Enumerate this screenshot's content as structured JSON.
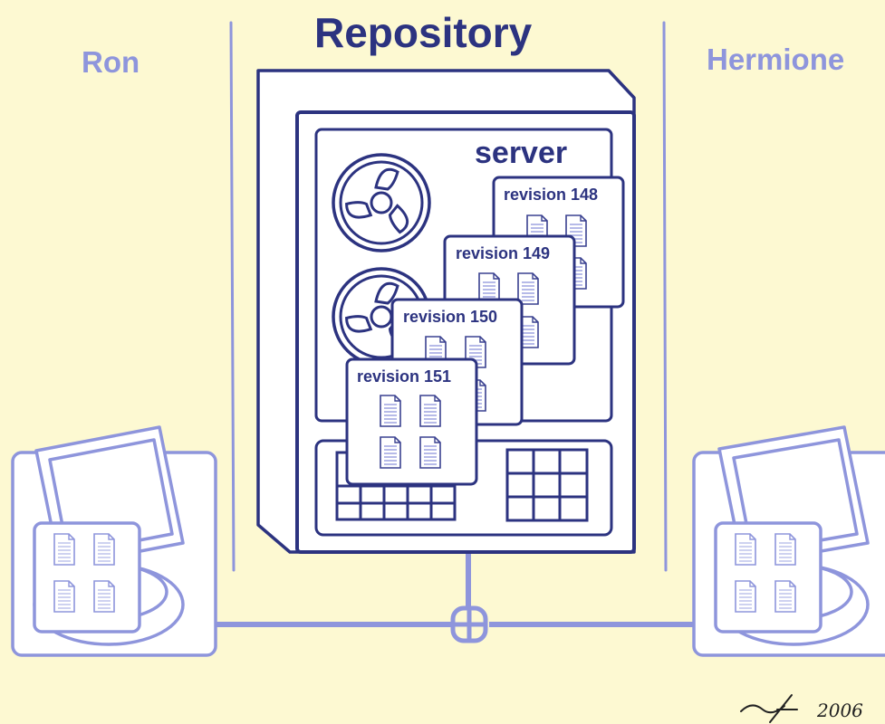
{
  "labels": {
    "left_user": "Ron",
    "repository": "Repository",
    "right_user": "Hermione",
    "server": "server",
    "signature_year": "2006"
  },
  "revisions": [
    {
      "label": "revision 148"
    },
    {
      "label": "revision 149"
    },
    {
      "label": "revision 150"
    },
    {
      "label": "revision 151"
    }
  ],
  "colors": {
    "background": "#FDF9D2",
    "server_ink": "#2C3380",
    "client_ink": "#8E95DC",
    "label_light": "#8E95DC",
    "label_dark": "#2C3380",
    "card_fill": "#FFFFFF"
  },
  "icons": [
    "tape-reel-icon",
    "document-icon",
    "computer-icon",
    "network-junction-icon",
    "keypad-icon"
  ]
}
